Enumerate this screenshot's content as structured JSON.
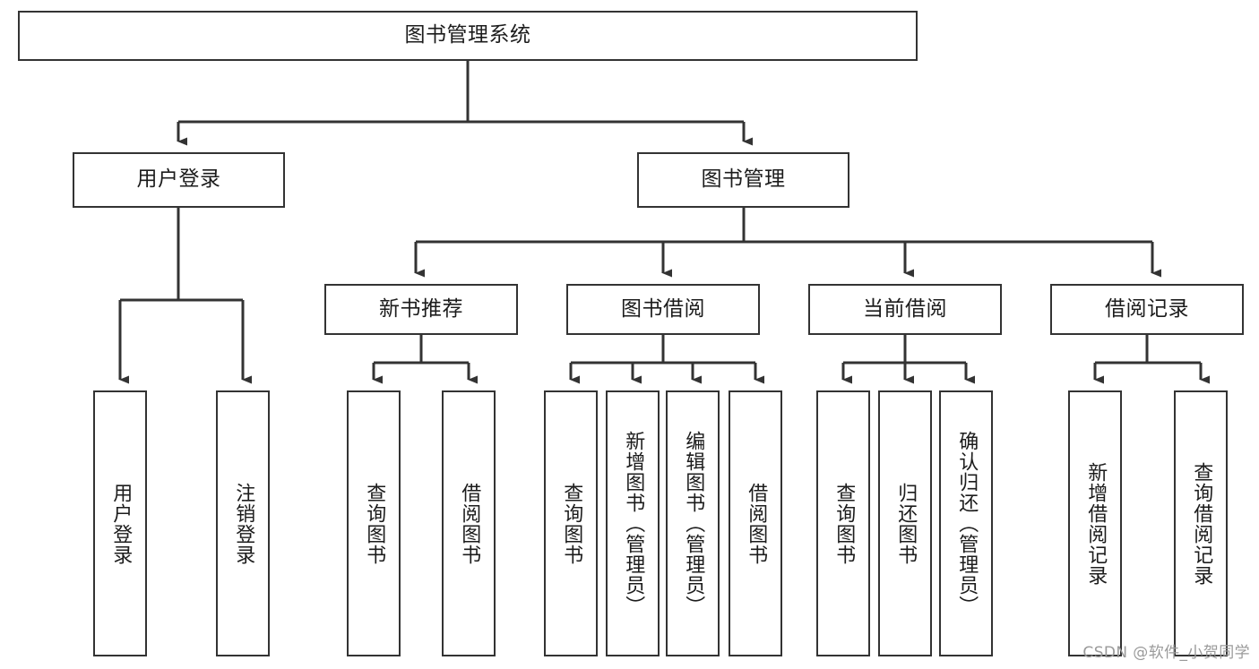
{
  "diagram": {
    "type": "tree-hierarchy-chart",
    "title": "图书管理系统",
    "colors": {
      "box_border": "#333333",
      "box_fill": "#ffffff",
      "connector": "#333333",
      "text": "#1c1c1c",
      "watermark": "#9a9a9a",
      "background": "#ffffff"
    },
    "levels": [
      {
        "level": 1,
        "nodes": [
          {
            "id": "root",
            "label": "图书管理系统",
            "orientation": "horizontal"
          }
        ]
      },
      {
        "level": 2,
        "nodes": [
          {
            "id": "user-login",
            "label": "用户登录",
            "orientation": "horizontal",
            "parent": "root"
          },
          {
            "id": "book-manage",
            "label": "图书管理",
            "orientation": "horizontal",
            "parent": "root"
          }
        ]
      },
      {
        "level": 3,
        "nodes": [
          {
            "id": "new-book-recommend",
            "label": "新书推荐",
            "orientation": "horizontal",
            "parent": "book-manage"
          },
          {
            "id": "book-borrow",
            "label": "图书借阅",
            "orientation": "horizontal",
            "parent": "book-manage"
          },
          {
            "id": "current-borrow",
            "label": "当前借阅",
            "orientation": "horizontal",
            "parent": "book-manage"
          },
          {
            "id": "borrow-record",
            "label": "借阅记录",
            "orientation": "horizontal",
            "parent": "book-manage"
          }
        ]
      },
      {
        "level": 4,
        "nodes": [
          {
            "id": "leaf-user-login",
            "label": "用户登录",
            "orientation": "vertical",
            "parent": "user-login"
          },
          {
            "id": "leaf-logout-login",
            "label": "注销登录",
            "orientation": "vertical",
            "parent": "user-login"
          },
          {
            "id": "leaf-query-book-1",
            "label": "查询图书",
            "orientation": "vertical",
            "parent": "new-book-recommend"
          },
          {
            "id": "leaf-borrow-book-1",
            "label": "借阅图书",
            "orientation": "vertical",
            "parent": "new-book-recommend"
          },
          {
            "id": "leaf-query-book-2",
            "label": "查询图书",
            "orientation": "vertical",
            "parent": "book-borrow"
          },
          {
            "id": "leaf-add-book",
            "label": "新增图书（管理员）",
            "orientation": "vertical",
            "parent": "book-borrow"
          },
          {
            "id": "leaf-edit-book",
            "label": "编辑图书（管理员）",
            "orientation": "vertical",
            "parent": "book-borrow"
          },
          {
            "id": "leaf-borrow-book-2",
            "label": "借阅图书",
            "orientation": "vertical",
            "parent": "book-borrow"
          },
          {
            "id": "leaf-query-book-3",
            "label": "查询图书",
            "orientation": "vertical",
            "parent": "current-borrow"
          },
          {
            "id": "leaf-return-book",
            "label": "归还图书",
            "orientation": "vertical",
            "parent": "current-borrow"
          },
          {
            "id": "leaf-confirm-return",
            "label": "确认归还（管理员）",
            "orientation": "vertical",
            "parent": "current-borrow"
          },
          {
            "id": "leaf-add-record",
            "label": "新增借阅记录",
            "orientation": "vertical",
            "parent": "borrow-record"
          },
          {
            "id": "leaf-query-record",
            "label": "查询借阅记录",
            "orientation": "vertical",
            "parent": "borrow-record"
          }
        ]
      }
    ]
  },
  "watermark": {
    "text": "CSDN @软件_小贺同学"
  }
}
